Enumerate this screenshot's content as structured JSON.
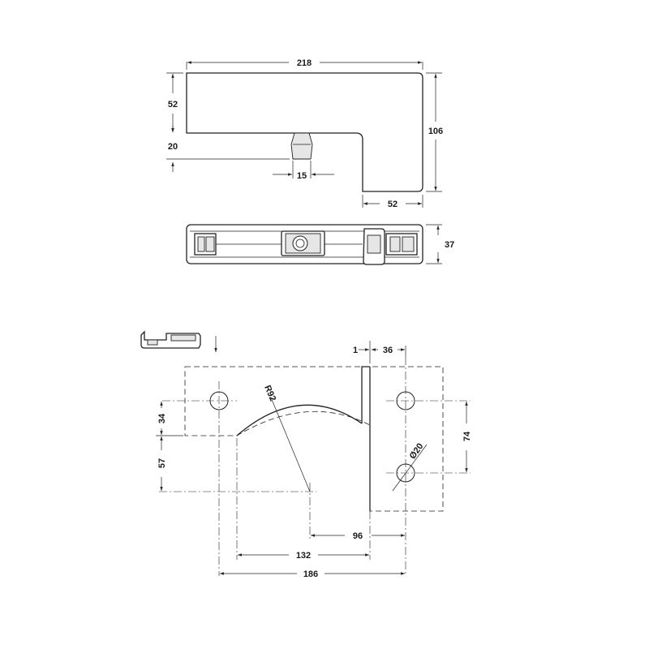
{
  "dimensions": {
    "top_width": "218",
    "top_left_height": "52",
    "top_gap": "20",
    "top_right_height": "106",
    "top_knob_width": "15",
    "top_bottom_width": "52",
    "side_height": "37",
    "plate_small_gap": "1",
    "plate_right_width": "36",
    "plate_left_height": "34",
    "plate_lower_height": "57",
    "plate_radius": "R92",
    "plate_hole_spacing": "74",
    "plate_hole_diameter": "Ø20",
    "plate_dim_96": "96",
    "plate_dim_132": "132",
    "plate_dim_186": "186"
  }
}
